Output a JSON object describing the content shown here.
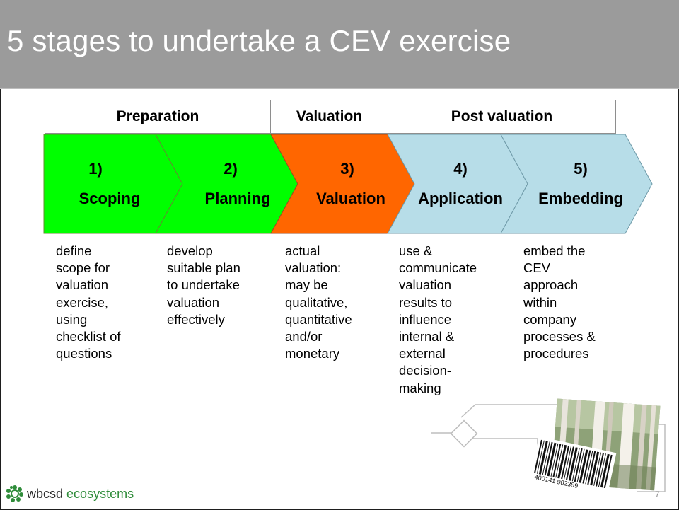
{
  "slide": {
    "title": "5 stages to undertake a CEV exercise",
    "page_number": "7"
  },
  "phases": [
    {
      "label": "Preparation"
    },
    {
      "label": "Valuation"
    },
    {
      "label": "Post valuation"
    }
  ],
  "stages": [
    {
      "number": "1)",
      "name": "Scoping",
      "color": "#00ff00",
      "description": [
        "define",
        "scope for",
        "valuation",
        "exercise,",
        "using",
        "checklist of",
        "questions"
      ]
    },
    {
      "number": "2)",
      "name": "Planning",
      "color": "#00ff00",
      "description": [
        "develop",
        "suitable plan",
        "to undertake",
        "valuation",
        "effectively"
      ]
    },
    {
      "number": "3)",
      "name": "Valuation",
      "color": "#ff6600",
      "description": [
        "actual",
        "valuation:",
        "may be",
        "qualitative,",
        "quantitative",
        "and/or",
        "monetary"
      ]
    },
    {
      "number": "4)",
      "name": "Application",
      "color": "#b7dde8",
      "description": [
        "use &",
        "communicate",
        "valuation",
        "results to",
        "influence",
        "internal &",
        "external",
        "decision-",
        "making"
      ]
    },
    {
      "number": "5)",
      "name": "Embedding",
      "color": "#b7dde8",
      "description": [
        "embed the",
        "CEV",
        "approach",
        "within",
        "company",
        "processes &",
        "procedures"
      ]
    }
  ],
  "logo": {
    "part1": "wbcsd",
    "part2": "ecosystems",
    "icon": "wbcsd-flower-icon"
  },
  "barcode": {
    "digits": "400141 902389"
  }
}
